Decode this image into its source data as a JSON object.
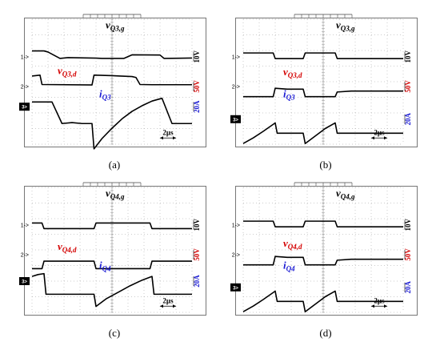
{
  "chart_data": [
    {
      "type": "line",
      "caption": "(a)",
      "time_scale": "2µs",
      "channels": [
        {
          "name": "vQ3,g",
          "sub": "Q3,g",
          "prefix": "v",
          "color": "#000000",
          "scale": "10V",
          "scale_color": "#000000",
          "marker": "1",
          "t": [
            0,
            0.6,
            0.8,
            1.4,
            1.8,
            3.2,
            3.5,
            4.6,
            5.0,
            6.4,
            6.6,
            7.4,
            7.7,
            8.0
          ],
          "v": [
            0.62,
            0.62,
            0.5,
            -0.18,
            -0.1,
            -0.15,
            -0.18,
            -0.18,
            0.2,
            0.18,
            -0.18,
            -0.16,
            -0.15,
            -0.14
          ]
        },
        {
          "name": "vQ3,d",
          "sub": "Q3,d",
          "prefix": "v",
          "color": "#d40000",
          "scale": "50V",
          "scale_color": "#d40000",
          "marker": "2",
          "t": [
            0,
            0.4,
            0.5,
            3.0,
            3.1,
            4.0,
            4.4,
            5.0,
            5.2,
            5.4,
            6.0,
            8.0
          ],
          "v": [
            1.1,
            1.2,
            0.2,
            0.15,
            1.2,
            1.15,
            1.1,
            1.05,
            0.95,
            0.2,
            0.18,
            0.18
          ]
        },
        {
          "name": "iQ3",
          "sub": "Q3",
          "prefix": "i",
          "color": "#1a1ad4",
          "scale": "20A",
          "scale_color": "#1a1ad4",
          "marker": "3",
          "t": [
            0,
            0.5,
            1.0,
            1.5,
            2.0,
            2.5,
            3.0,
            3.1,
            3.5,
            4.0,
            4.5,
            5.0,
            5.5,
            6.0,
            6.5,
            7.0,
            7.5,
            8.0
          ],
          "v": [
            0.5,
            0.5,
            0.5,
            -1.8,
            -1.7,
            -1.8,
            -1.8,
            -4.5,
            -3.4,
            -2.3,
            -1.3,
            -0.5,
            0.1,
            0.6,
            0.9,
            -1.8,
            -1.8,
            -1.8
          ]
        }
      ]
    },
    {
      "type": "line",
      "caption": "(b)",
      "time_scale": "2µs",
      "channels": [
        {
          "name": "vQ3,g",
          "sub": "Q3,g",
          "prefix": "v",
          "color": "#000000",
          "scale": "10V",
          "scale_color": "#000000",
          "marker": "1",
          "t": [
            0,
            1.5,
            1.6,
            3.0,
            3.1,
            4.6,
            4.7,
            6.0,
            6.1,
            8.0
          ],
          "v": [
            0.4,
            0.4,
            -0.2,
            -0.2,
            0.4,
            0.4,
            -0.2,
            -0.2,
            -0.2,
            -0.2
          ]
        },
        {
          "name": "vQ3,d",
          "sub": "Q3,d",
          "prefix": "v",
          "color": "#d40000",
          "scale": "50V",
          "scale_color": "#d40000",
          "marker": "2",
          "t": [
            0,
            1.5,
            1.6,
            2.2,
            3.0,
            3.1,
            4.6,
            4.7,
            5.4,
            6.1,
            8.0
          ],
          "v": [
            -1.1,
            -1.1,
            -0.2,
            -0.3,
            -0.3,
            -1.1,
            -1.1,
            -0.6,
            -0.5,
            -0.5,
            -0.5
          ]
        },
        {
          "name": "iQ3",
          "sub": "Q3",
          "prefix": "i",
          "color": "#1a1ad4",
          "scale": "20A",
          "scale_color": "#1a1ad4",
          "marker": "3",
          "t": [
            0,
            0.5,
            1.0,
            1.6,
            1.7,
            3.0,
            3.1,
            3.6,
            4.1,
            4.6,
            4.7,
            6.0,
            8.0
          ],
          "v": [
            -2.6,
            -2.0,
            -1.3,
            -0.4,
            -1.5,
            -1.5,
            -2.6,
            -1.8,
            -1.0,
            -0.4,
            -1.5,
            -1.5,
            -1.5
          ]
        }
      ]
    },
    {
      "type": "line",
      "caption": "(c)",
      "time_scale": "2µs",
      "channels": [
        {
          "name": "vQ4,g",
          "sub": "Q4,g",
          "prefix": "v",
          "color": "#000000",
          "scale": "10V",
          "scale_color": "#000000",
          "marker": "1",
          "t": [
            0,
            0.5,
            0.6,
            3.1,
            3.2,
            5.9,
            6.0,
            8.0
          ],
          "v": [
            0.2,
            0.2,
            -0.4,
            -0.4,
            0.2,
            0.2,
            -0.4,
            -0.4
          ]
        },
        {
          "name": "vQ4,d",
          "sub": "Q4,d",
          "prefix": "v",
          "color": "#d40000",
          "scale": "50V",
          "scale_color": "#d40000",
          "marker": "2",
          "t": [
            0,
            0.5,
            0.6,
            3.1,
            3.2,
            5.9,
            6.0,
            8.0
          ],
          "v": [
            -1.5,
            -1.5,
            -0.7,
            -0.7,
            -1.5,
            -1.5,
            -0.7,
            -0.7
          ]
        },
        {
          "name": "iQ4",
          "sub": "Q4",
          "prefix": "i",
          "color": "#1a1ad4",
          "scale": "20A",
          "scale_color": "#1a1ad4",
          "marker": "3",
          "t": [
            0,
            0.3,
            0.6,
            0.7,
            3.1,
            3.2,
            3.7,
            4.3,
            4.9,
            5.5,
            6.0,
            6.1,
            8.0
          ],
          "v": [
            0.5,
            0.7,
            0.8,
            -1.4,
            -1.4,
            -2.7,
            -1.9,
            -1.2,
            -0.5,
            0.1,
            0.5,
            -1.4,
            -1.4
          ]
        }
      ]
    },
    {
      "type": "line",
      "caption": "(d)",
      "time_scale": "2µs",
      "channels": [
        {
          "name": "vQ4,g",
          "sub": "Q4,g",
          "prefix": "v",
          "color": "#000000",
          "scale": "10V",
          "scale_color": "#000000",
          "marker": "1",
          "t": [
            0,
            1.5,
            1.6,
            3.0,
            3.1,
            4.6,
            4.7,
            6.0,
            6.1,
            8.0
          ],
          "v": [
            0.4,
            0.4,
            -0.2,
            -0.2,
            0.4,
            0.4,
            -0.2,
            -0.2,
            -0.2,
            -0.2
          ]
        },
        {
          "name": "vQ4,d",
          "sub": "Q4,d",
          "prefix": "v",
          "color": "#d40000",
          "scale": "50V",
          "scale_color": "#d40000",
          "marker": "2",
          "t": [
            0,
            1.5,
            1.6,
            2.2,
            3.0,
            3.1,
            4.6,
            4.7,
            5.4,
            6.1,
            8.0
          ],
          "v": [
            -1.1,
            -1.1,
            -0.2,
            -0.3,
            -0.3,
            -1.1,
            -1.1,
            -0.6,
            -0.5,
            -0.5,
            -0.5
          ]
        },
        {
          "name": "iQ4",
          "sub": "Q4",
          "prefix": "i",
          "color": "#1a1ad4",
          "scale": "20A",
          "scale_color": "#1a1ad4",
          "marker": "3",
          "t": [
            0,
            0.5,
            1.0,
            1.6,
            1.7,
            3.0,
            3.1,
            3.6,
            4.1,
            4.6,
            4.7,
            6.0,
            8.0
          ],
          "v": [
            -2.6,
            -2.0,
            -1.3,
            -0.4,
            -1.5,
            -1.5,
            -2.6,
            -1.8,
            -1.0,
            -0.4,
            -1.5,
            -1.5,
            -1.5
          ]
        }
      ]
    }
  ]
}
